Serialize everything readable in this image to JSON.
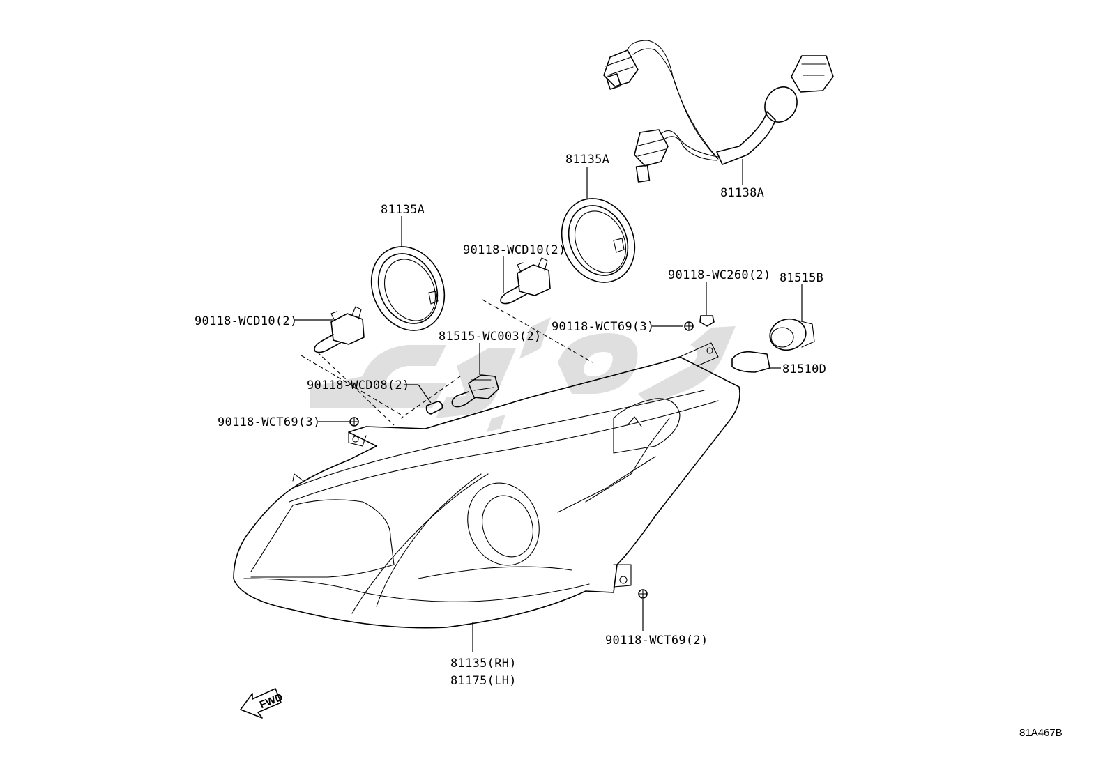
{
  "diagram": {
    "labels": {
      "harness": "81138A",
      "ring_left": "81135A",
      "ring_right": "81135A",
      "bulb_h4_left": "90118-WCD10(2)",
      "bulb_h4_center": "90118-WCD10(2)",
      "socket": "81515-WC003(2)",
      "wedge_bulb": "90118-WCD08(2)",
      "screw_left": "90118-WCT69(3)",
      "screw_right": "90118-WCT69(3)",
      "clip": "90118-WC260(2)",
      "socket_b": "81515B",
      "bulb_d": "81510D",
      "screw_bottom": "90118-WCT69(2)",
      "headlamp_rh": "81135(RH)",
      "headlamp_lh": "81175(LH)"
    },
    "fwd": "FWD",
    "ref": "81A467B"
  }
}
